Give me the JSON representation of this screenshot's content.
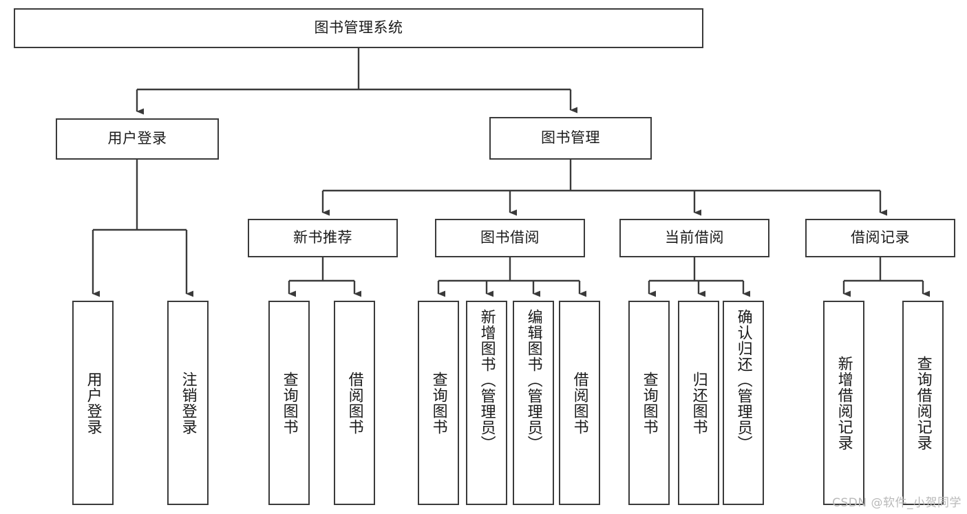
{
  "diagram": {
    "title": "图书管理系统",
    "type": "tree",
    "watermark": "CSDN @软件_小贺同学",
    "line_color": "#3a3a3a",
    "box_fill": "#ffffff",
    "text_color": "#1a1a1a",
    "watermark_color": "#b9b9b9"
  },
  "nodes": {
    "root": {
      "label": "图书管理系统"
    },
    "level1": [
      {
        "label": "用户登录"
      },
      {
        "label": "图书管理"
      }
    ],
    "level2": [
      {
        "label": "新书推荐"
      },
      {
        "label": "图书借阅"
      },
      {
        "label": "当前借阅"
      },
      {
        "label": "借阅记录"
      }
    ],
    "leaves": {
      "user_login": [
        {
          "label": "用户登录"
        },
        {
          "label": "注销登录"
        }
      ],
      "new_book_recommend": [
        {
          "label": "查询图书"
        },
        {
          "label": "借阅图书"
        }
      ],
      "book_borrow": [
        {
          "label": "查询图书"
        },
        {
          "label": "新增图书（管理员）"
        },
        {
          "label": "编辑图书（管理员）"
        },
        {
          "label": "借阅图书"
        }
      ],
      "current_borrow": [
        {
          "label": "查询图书"
        },
        {
          "label": "归还图书"
        },
        {
          "label": "确认归还（管理员）"
        }
      ],
      "borrow_record": [
        {
          "label": "新增借阅记录"
        },
        {
          "label": "查询借阅记录"
        }
      ]
    }
  },
  "chart_data": {
    "type": "table",
    "title": "图书管理系统 功能结构图",
    "hierarchy": [
      {
        "level": 0,
        "label": "图书管理系统",
        "children": [
          {
            "level": 1,
            "label": "用户登录",
            "children": [
              {
                "level": 2,
                "label": "用户登录"
              },
              {
                "level": 2,
                "label": "注销登录"
              }
            ]
          },
          {
            "level": 1,
            "label": "图书管理",
            "children": [
              {
                "level": 2,
                "label": "新书推荐",
                "children": [
                  {
                    "level": 3,
                    "label": "查询图书"
                  },
                  {
                    "level": 3,
                    "label": "借阅图书"
                  }
                ]
              },
              {
                "level": 2,
                "label": "图书借阅",
                "children": [
                  {
                    "level": 3,
                    "label": "查询图书"
                  },
                  {
                    "level": 3,
                    "label": "新增图书（管理员）"
                  },
                  {
                    "level": 3,
                    "label": "编辑图书（管理员）"
                  },
                  {
                    "level": 3,
                    "label": "借阅图书"
                  }
                ]
              },
              {
                "level": 2,
                "label": "当前借阅",
                "children": [
                  {
                    "level": 3,
                    "label": "查询图书"
                  },
                  {
                    "level": 3,
                    "label": "归还图书"
                  },
                  {
                    "level": 3,
                    "label": "确认归还（管理员）"
                  }
                ]
              },
              {
                "level": 2,
                "label": "借阅记录",
                "children": [
                  {
                    "level": 3,
                    "label": "新增借阅记录"
                  },
                  {
                    "level": 3,
                    "label": "查询借阅记录"
                  }
                ]
              }
            ]
          }
        ]
      }
    ]
  }
}
